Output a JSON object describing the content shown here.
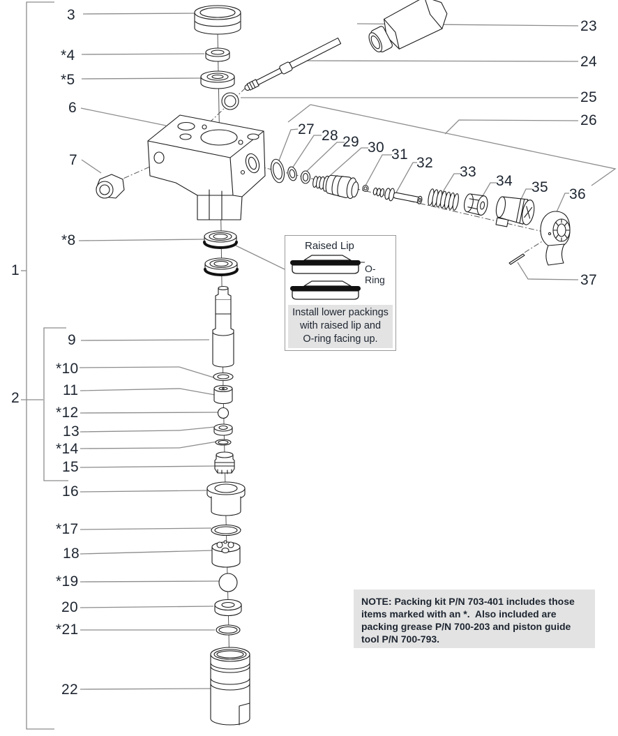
{
  "callouts": {
    "1": "1",
    "2": "2",
    "3": "3",
    "4": "*4",
    "5": "*5",
    "6": "6",
    "7": "7",
    "8": "*8",
    "9": "9",
    "10": "*10",
    "11": "11",
    "12": "*12",
    "13": "13",
    "14": "*14",
    "15": "15",
    "16": "16",
    "17": "*17",
    "18": "18",
    "19": "*19",
    "20": "20",
    "21": "*21",
    "22": "22",
    "23": "23",
    "24": "24",
    "25": "25",
    "26": "26",
    "27": "27",
    "28": "28",
    "29": "29",
    "30": "30",
    "31": "31",
    "32": "32",
    "33": "33",
    "34": "34",
    "35": "35",
    "36": "36",
    "37": "37"
  },
  "inset": {
    "raised_lip_label": "Raised Lip",
    "oring_label": "O-Ring",
    "instruction_lines": [
      "Install lower packings",
      "with raised lip and",
      "O-ring facing up."
    ]
  },
  "note": {
    "lines": [
      "NOTE: Packing kit P/N 703-401 includes those",
      "items marked with an *.  Also included are",
      "packing grease P/N 700-203 and piston guide",
      "tool P/N 700-793."
    ]
  },
  "colors": {
    "label_text": "#1d2530",
    "leader_line": "#8c8c8c",
    "part_line": "#1a1a1a",
    "panel_bg": "#e3e3e3"
  }
}
